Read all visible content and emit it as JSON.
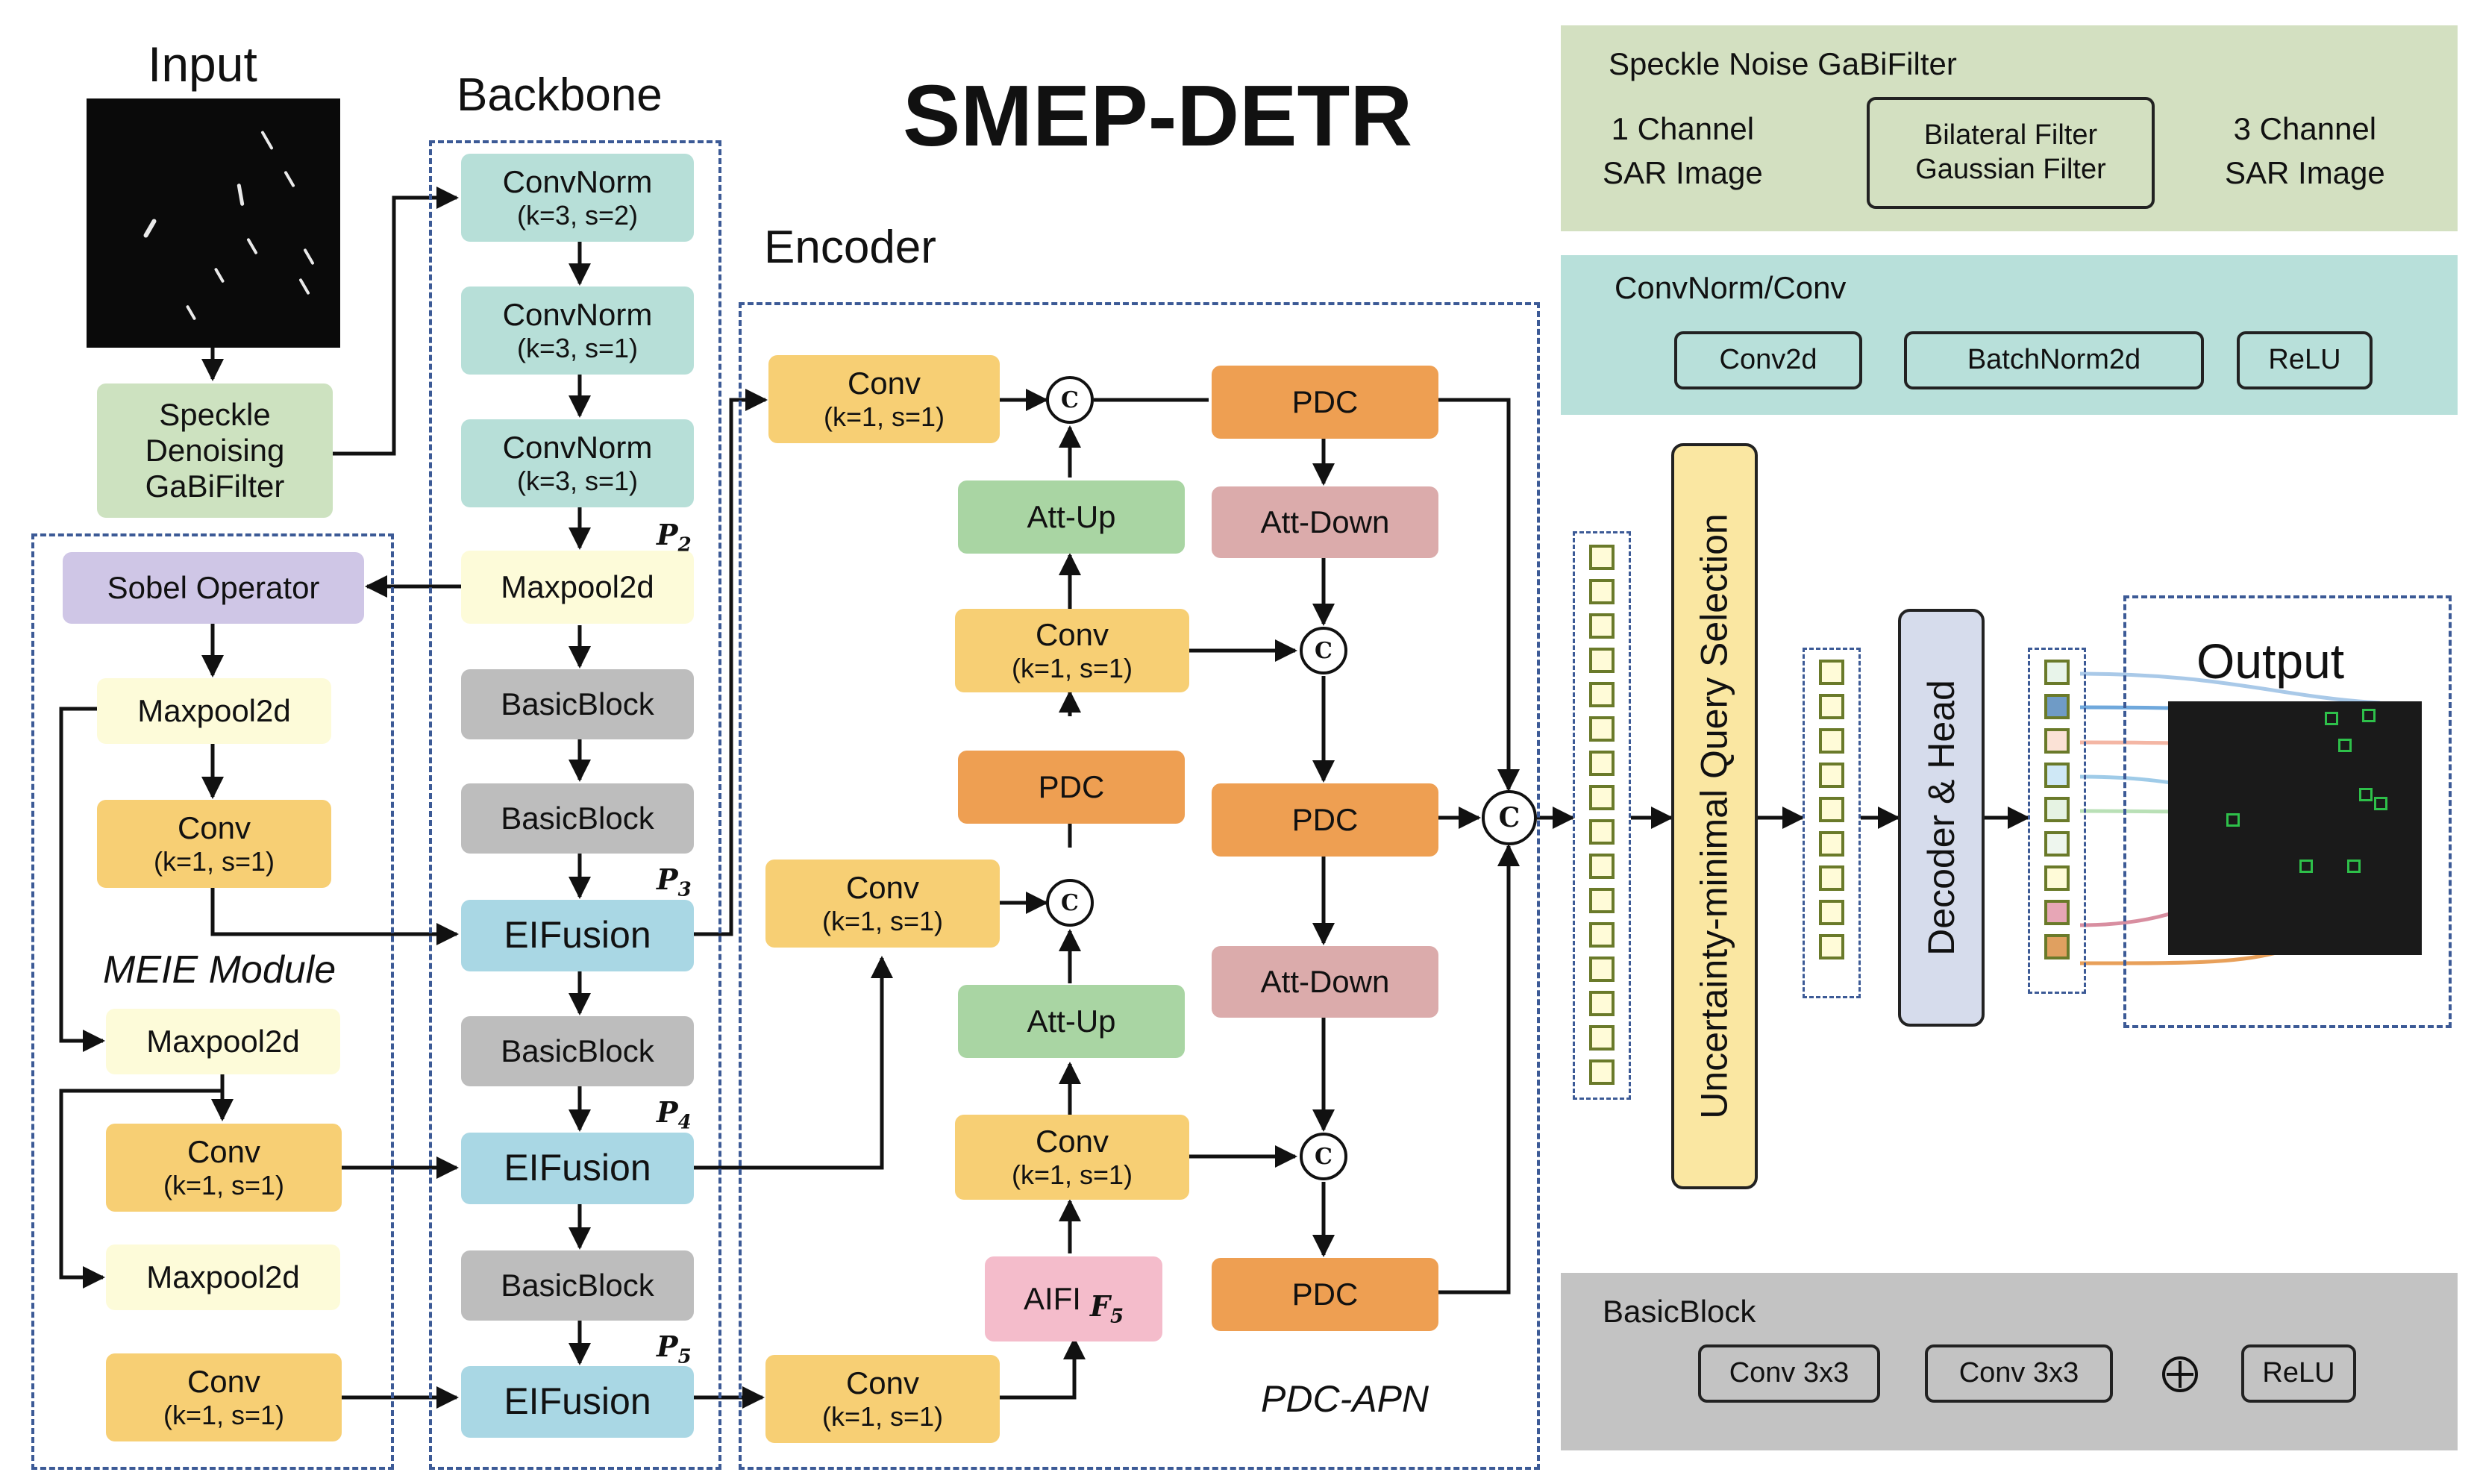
{
  "title": "SMEP-DETR",
  "sections": {
    "input": "Input",
    "backbone": "Backbone",
    "encoder": "Encoder",
    "output": "Output",
    "meie": "MEIE Module",
    "pdcapn": "PDC-APN"
  },
  "preproc": {
    "line1": "Speckle",
    "line2": "Denoising",
    "line3": "GaBiFilter"
  },
  "backbone": {
    "convnorm": "ConvNorm",
    "k3s2": "(k=3, s=2)",
    "k3s1": "(k=3, s=1)",
    "maxpool": "Maxpool2d",
    "basicblock": "BasicBlock",
    "eifusion": "EIFusion",
    "p2": "P",
    "p2sub": "2",
    "p3": "P",
    "p3sub": "3",
    "p4": "P",
    "p4sub": "4",
    "p5": "P",
    "p5sub": "5"
  },
  "meie": {
    "sobel": "Sobel Operator",
    "maxpool": "Maxpool2d",
    "conv": "Conv",
    "k1s1": "(k=1, s=1)"
  },
  "encoder": {
    "conv": "Conv",
    "k1s1": "(k=1, s=1)",
    "pdc": "PDC",
    "attup": "Att-Up",
    "attdown": "Att-Down",
    "aifi": "AIFI",
    "f5": "F",
    "f5sub": "5",
    "concat": "C"
  },
  "pipeline": {
    "query_selection": "Uncertainty-minimal Query Selection",
    "decoder": "Decoder & Head"
  },
  "legend": {
    "gabi": {
      "title": "Speckle Noise GaBiFilter",
      "in1": "1 Channel",
      "in2": "SAR Image",
      "f1": "Bilateral Filter",
      "f2": "Gaussian Filter",
      "out1": "3 Channel",
      "out2": "SAR Image"
    },
    "convnorm": {
      "title": "ConvNorm/Conv",
      "a": "Conv2d",
      "b": "BatchNorm2d",
      "c": "ReLU"
    },
    "basicblock": {
      "title": "BasicBlock",
      "a": "Conv 3x3",
      "b": "Conv 3x3",
      "c": "ReLU"
    }
  },
  "colors": {
    "convnorm": "#b7dfd8",
    "maxpool": "#fdfbd9",
    "basicblock": "#bdbdbd",
    "eifusion": "#a9d7e4",
    "conv": "#f7cf74",
    "pdc": "#ee9f52",
    "attup": "#a9d5a3",
    "attdown": "#dbabab",
    "aifi": "#f4bccb",
    "sobel": "#cfc6e6",
    "preproc": "#cde2c0",
    "query": "#fae7a2",
    "decoder": "#d6dcec",
    "legend_gabi": "#d3e0c1",
    "legend_convnorm": "#b8e0da",
    "legend_basic": "#c3c3c3"
  },
  "output_token_colors": [
    "#e8f4ea",
    "#6f9bc6",
    "#fbe2d6",
    "#cfe8f6",
    "#e6f3e3",
    "#eef6ee",
    "#fffbd8",
    "#e7a6b6",
    "#e0a060"
  ],
  "arrow_colors": [
    "#a9c9e8",
    "#6fa8dc",
    "#f4b6a4",
    "#9fcbe8",
    "#b9e0b6",
    "#ffffff",
    "#d88ea0",
    "#e8a05a"
  ]
}
